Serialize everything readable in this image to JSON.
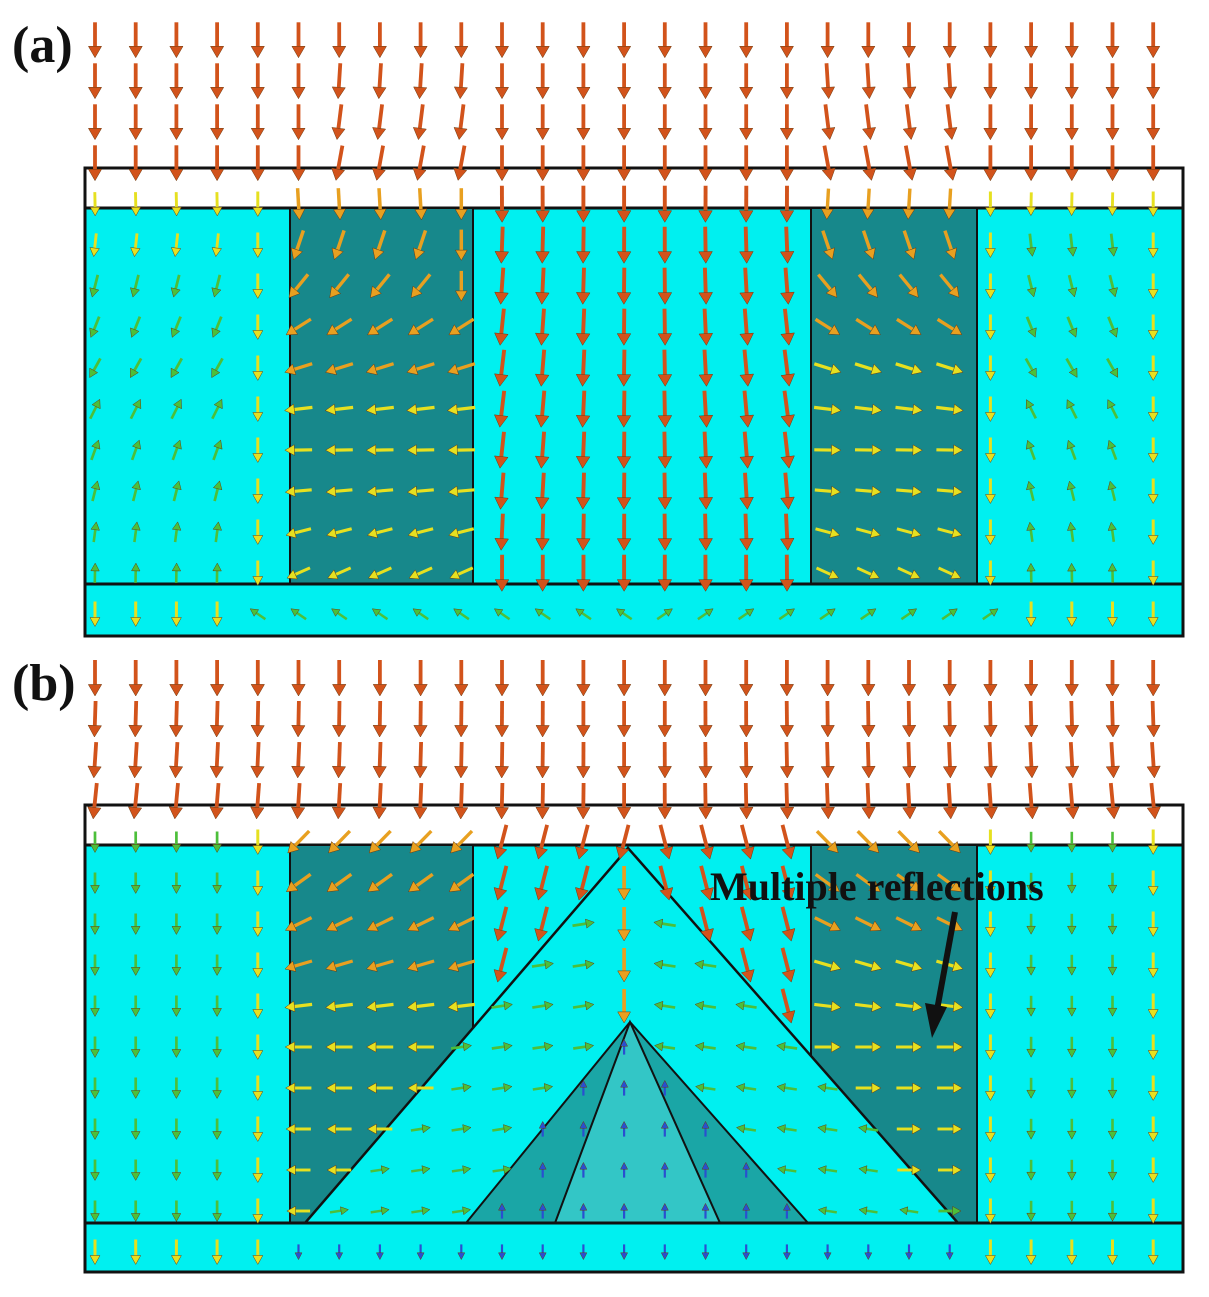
{
  "panels": [
    {
      "label": "(a)",
      "variant": "flat"
    },
    {
      "label": "(b)",
      "variant": "pyramid"
    }
  ],
  "annotation": {
    "text": "Multiple reflections"
  },
  "colors": {
    "cyan": "#00f0f0",
    "dark_teal": "#17888b",
    "mid_teal": "#1aa6a6",
    "light_teal": "#33c6c6",
    "line": "#111111",
    "arrow_strong": "#d2531b",
    "arrow_mid": "#e8a020",
    "arrow_yellow": "#e6e020",
    "arrow_green": "#4cbf3a",
    "arrow_blue": "#2a4fd0"
  },
  "icons": [
    "field-arrow-icon",
    "annotation-arrow-icon"
  ]
}
